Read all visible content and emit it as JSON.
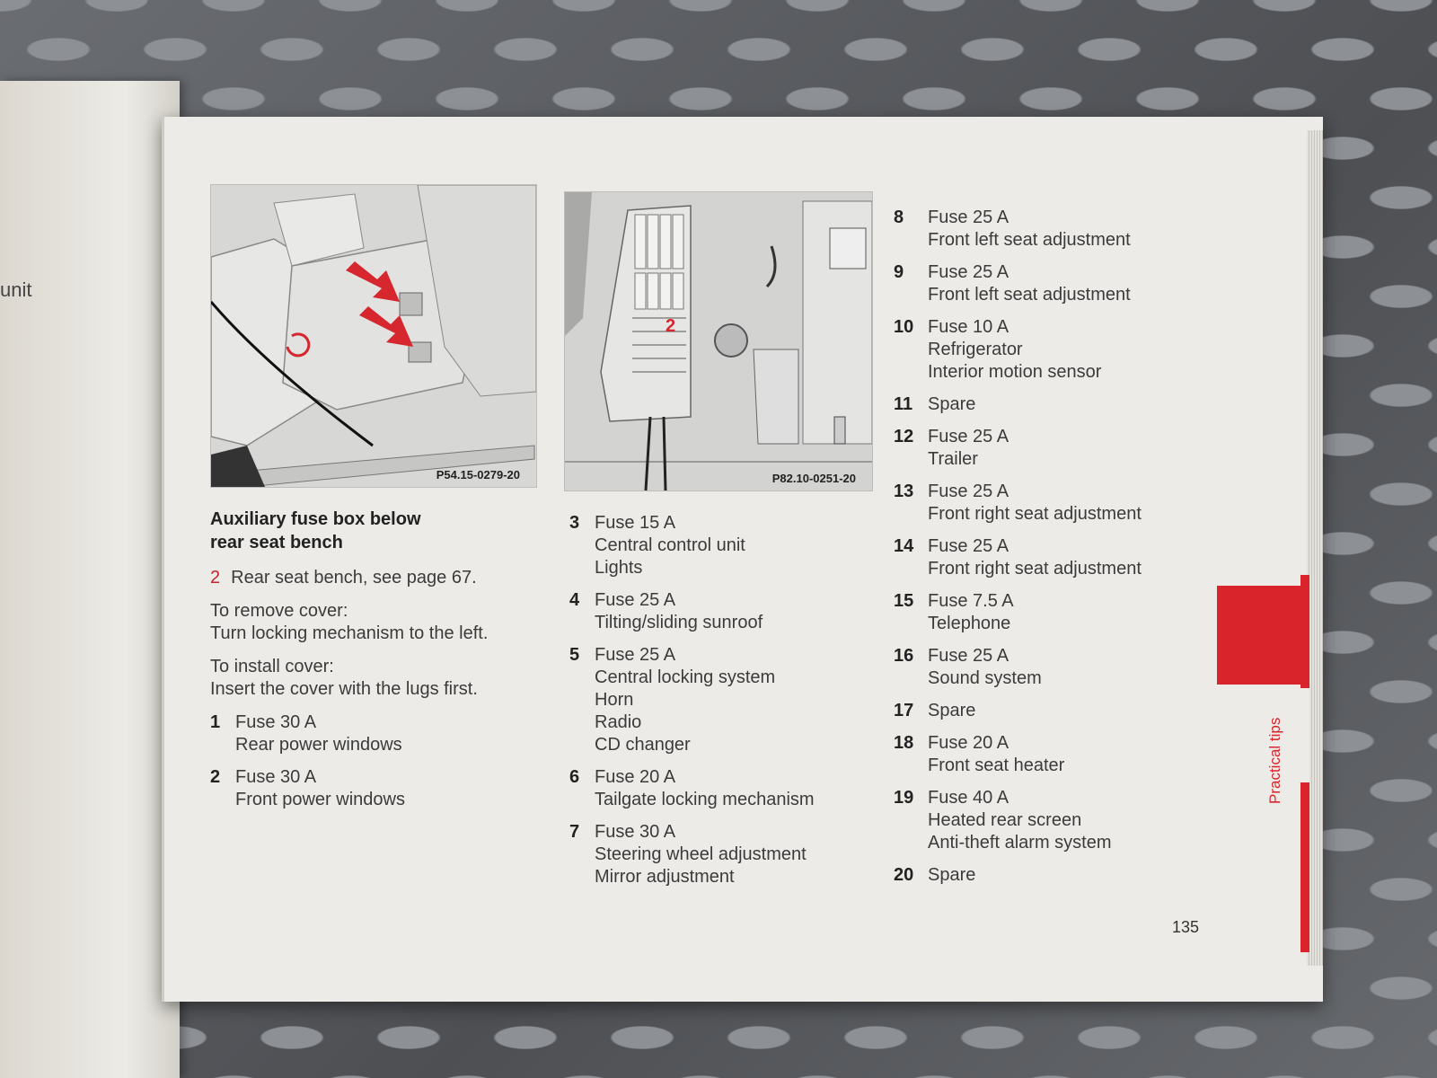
{
  "left_page": {
    "fragment": "unit"
  },
  "figures": [
    {
      "code": "P54.15-0279-20"
    },
    {
      "code": "P82.10-0251-20",
      "callout": "2"
    }
  ],
  "column1": {
    "heading_line1": "Auxiliary fuse box below",
    "heading_line2": "rear seat bench",
    "ref_number": "2",
    "ref_text": "Rear seat bench, see page 67.",
    "remove_title": "To remove cover:",
    "remove_text": "Turn locking mechanism to the left.",
    "install_title": "To install cover:",
    "install_text": "Insert the cover with the lugs first.",
    "items": [
      {
        "number": "1",
        "lines": [
          "Fuse 30 A",
          "Rear power windows"
        ]
      },
      {
        "number": "2",
        "lines": [
          "Fuse 30 A",
          "Front power windows"
        ]
      }
    ]
  },
  "column2": {
    "items": [
      {
        "number": "3",
        "lines": [
          "Fuse 15 A",
          "Central control unit",
          "Lights"
        ]
      },
      {
        "number": "4",
        "lines": [
          "Fuse 25 A",
          "Tilting/sliding sunroof"
        ]
      },
      {
        "number": "5",
        "lines": [
          "Fuse 25 A",
          "Central locking system",
          "Horn",
          "Radio",
          "CD changer"
        ]
      },
      {
        "number": "6",
        "lines": [
          "Fuse 20 A",
          "Tailgate locking mechanism"
        ]
      },
      {
        "number": "7",
        "lines": [
          "Fuse 30 A",
          "Steering wheel adjustment",
          "Mirror adjustment"
        ]
      }
    ]
  },
  "column3": {
    "items": [
      {
        "number": "8",
        "lines": [
          "Fuse 25 A",
          "Front left seat adjustment"
        ]
      },
      {
        "number": "9",
        "lines": [
          "Fuse 25 A",
          "Front left seat adjustment"
        ]
      },
      {
        "number": "10",
        "lines": [
          "Fuse 10 A",
          "Refrigerator",
          "Interior motion sensor"
        ]
      },
      {
        "number": "11",
        "lines": [
          "Spare"
        ]
      },
      {
        "number": "12",
        "lines": [
          "Fuse 25 A",
          "Trailer"
        ]
      },
      {
        "number": "13",
        "lines": [
          "Fuse 25 A",
          "Front right seat adjustment"
        ]
      },
      {
        "number": "14",
        "lines": [
          "Fuse 25 A",
          "Front right seat adjustment"
        ]
      },
      {
        "number": "15",
        "lines": [
          "Fuse 7.5 A",
          "Telephone"
        ]
      },
      {
        "number": "16",
        "lines": [
          "Fuse 25 A",
          "Sound system"
        ]
      },
      {
        "number": "17",
        "lines": [
          "Spare"
        ]
      },
      {
        "number": "18",
        "lines": [
          "Fuse 20 A",
          "Front seat heater"
        ]
      },
      {
        "number": "19",
        "lines": [
          "Fuse 40 A",
          "Heated rear screen",
          "Anti-theft alarm system"
        ]
      },
      {
        "number": "20",
        "lines": [
          "Spare"
        ]
      }
    ]
  },
  "side_tab": {
    "label": "Practical tips",
    "color": "#d9242b"
  },
  "page_number": "135"
}
